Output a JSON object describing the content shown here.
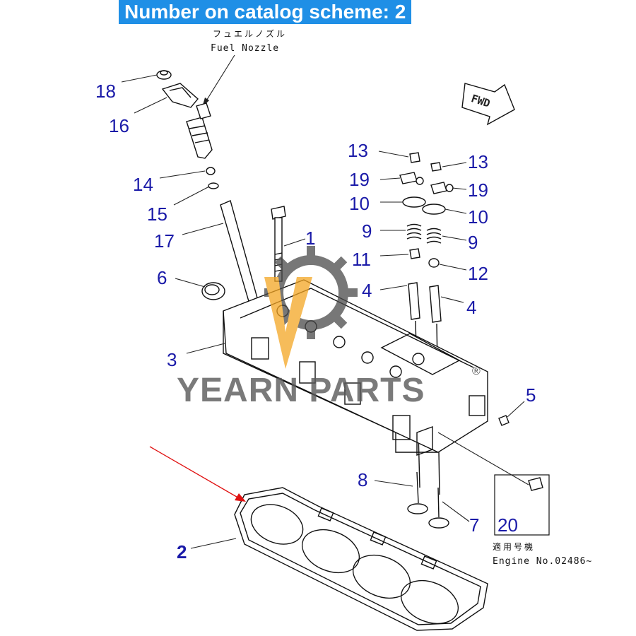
{
  "header": {
    "title": "Number on catalog scheme: 2"
  },
  "labels": {
    "fuel_nozzle_jp": "フュエルノズル",
    "fuel_nozzle_en": "Fuel Nozzle",
    "fwd": "FWD",
    "applicable_jp": "適用号機",
    "engine_no": "Engine No.02486∼",
    "registered": "®"
  },
  "watermark": {
    "text": "YEARN PARTS"
  },
  "callouts": {
    "c1": "1",
    "c2": "2",
    "c3": "3",
    "c4a": "4",
    "c4b": "4",
    "c5": "5",
    "c6": "6",
    "c7": "7",
    "c8": "8",
    "c9a": "9",
    "c9b": "9",
    "c10a": "10",
    "c10b": "10",
    "c11": "11",
    "c12": "12",
    "c13a": "13",
    "c13b": "13",
    "c14": "14",
    "c15": "15",
    "c16": "16",
    "c17": "17",
    "c18": "18",
    "c19a": "19",
    "c19b": "19",
    "c20": "20"
  },
  "colors": {
    "banner_bg": "#1f8fe6",
    "callout": "#1a1aa8",
    "pointer_arrow": "#e01010",
    "watermark_orange": "#f4a623"
  }
}
